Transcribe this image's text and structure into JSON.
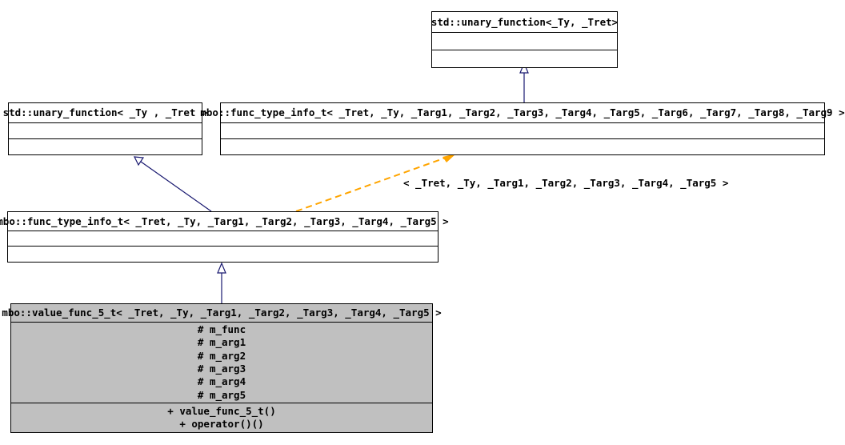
{
  "diagram": {
    "kind": "uml-class-inheritance-diagram",
    "background": "#ffffff",
    "line_color": "#191970",
    "border_color": "#000000",
    "fill_highlight": "#c0c0c0",
    "usage_edge_color": "#ffa500"
  },
  "classes": {
    "std_unary_function_top": {
      "title": "std::unary_function<_Ty, _Tret>",
      "attributes": [],
      "operations": []
    },
    "std_unary_function_left": {
      "title": "std::unary_function< _Ty , _Tret >",
      "attributes": [],
      "operations": []
    },
    "func_type_info_t_9": {
      "title": "mbo::func_type_info_t< _Tret, _Ty, _Targ1, _Targ2, _Targ3, _Targ4, _Targ5, _Targ6, _Targ7, _Targ8, _Targ9 >",
      "attributes": [],
      "operations": []
    },
    "func_type_info_t_5": {
      "title": "mbo::func_type_info_t< _Tret, _Ty, _Targ1, _Targ2, _Targ3, _Targ4, _Targ5 >",
      "attributes": [],
      "operations": []
    },
    "value_func_5_t": {
      "title": "mbo::value_func_5_t< _Tret, _Ty, _Targ1, _Targ2, _Targ3, _Targ4, _Targ5 >",
      "attributes": [
        "# m_func",
        "# m_arg1",
        "# m_arg2",
        "# m_arg3",
        "# m_arg4",
        "# m_arg5"
      ],
      "operations": [
        "+ value_func_5_t()",
        "+ operator()()"
      ]
    }
  },
  "edges": {
    "template_binding_label": "< _Tret, _Ty, _Targ1, _Targ2, _Targ3, _Targ4, _Targ5 >"
  }
}
